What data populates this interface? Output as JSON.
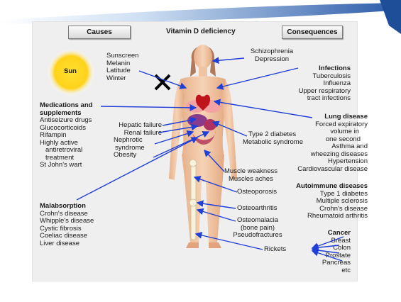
{
  "header": {
    "causes_label": "Causes",
    "title": "Vitamin D deficiency",
    "consequences_label": "Consequences"
  },
  "sun_label": "Sun",
  "sun_factors": [
    "Sunscreen",
    "Melanin",
    "Latitude",
    "Winter"
  ],
  "medications": {
    "heading": [
      "Medications and",
      "supplements"
    ],
    "items": [
      "Antiseizure drugs",
      "Glucocorticoids",
      "Rifampin",
      "Highly active",
      "antiretroviral",
      "treatment",
      "St John's wart"
    ]
  },
  "organ_causes": [
    "Hepatic failure",
    "Renal failure",
    "Nephrotic",
    "syndrome",
    "Obesity"
  ],
  "malabsorption": {
    "heading": "Malabsorption",
    "items": [
      "Crohn's disease",
      "Whipple's disease",
      "Cystic fibrosis",
      "Coeliac disease",
      "Liver disease"
    ]
  },
  "psych": [
    "Schizophrenia",
    "Depression"
  ],
  "infections": {
    "heading": "Infections",
    "items": [
      "Tuberculosis",
      "Influenza",
      "Upper respiratory",
      "tract infections"
    ]
  },
  "lung": {
    "heading": "Lung disease",
    "items": [
      "Forced expiratory",
      "volume in",
      "one second",
      "Asthma and",
      "wheezing diseases",
      "Hypertension",
      "Cardiovascular disease"
    ]
  },
  "metabolic": [
    "Type 2 diabetes",
    "Metabolic syndrome"
  ],
  "muscle": [
    "Muscle weakness",
    "Muscles aches"
  ],
  "osteoporosis": "Osteoporosis",
  "osteoarthritis": "Osteoarthritis",
  "osteomalacia": [
    "Osteomalacia",
    "(bone pain)",
    "Pseudofractures"
  ],
  "rickets": "Rickets",
  "autoimmune": {
    "heading": "Autoimmune diseases",
    "items": [
      "Type 1 diabetes",
      "Multiple sclerosis",
      "Crohn's disease",
      "Rheumatoid arthritis"
    ]
  },
  "cancer": {
    "heading": "Cancer",
    "items": [
      "Breast",
      "Colon",
      "Prostate",
      "Pancreas",
      "etc"
    ]
  },
  "colors": {
    "arrow": "#1f3fd6",
    "sun": "#ffd21a",
    "skin": "#f2c8a6",
    "accent_swoosh": "#1f4e99",
    "heart": "#c0141c"
  }
}
